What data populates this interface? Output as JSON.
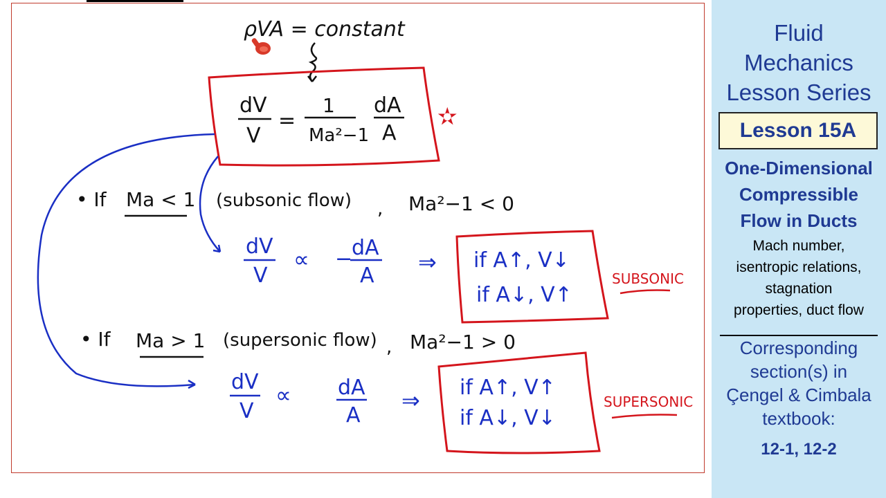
{
  "board": {
    "continuity": "ρVA = constant",
    "main_eq": {
      "lhs_num": "dV",
      "lhs_den": "V",
      "equals": "=",
      "coef_num": "1",
      "coef_den": "Ma²−1",
      "rhs_num": "dA",
      "rhs_den": "A"
    },
    "star": "✫",
    "subsonic": {
      "bullet": "• If",
      "condition": "Ma < 1",
      "flow": "(subsonic flow)",
      "comma": ",",
      "rel": "Ma²−1 < 0",
      "prop_num": "dV",
      "prop_den": "V",
      "prop_sym": "∝",
      "rhs_sign": "−",
      "rhs_num": "dA",
      "rhs_den": "A",
      "implies": "⇒",
      "result1": "if A↑, V↓",
      "result2": "if A↓, V↑",
      "label": "SUBSONIC"
    },
    "supersonic": {
      "bullet": "• If",
      "condition": "Ma > 1",
      "flow": "(supersonic flow)",
      "comma": ",",
      "rel": "Ma²−1 > 0",
      "prop_num": "dV",
      "prop_den": "V",
      "prop_sym": "∝",
      "rhs_num": "dA",
      "rhs_den": "A",
      "implies": "⇒",
      "result1": "if A↑, V↑",
      "result2": "if A↓, V↓",
      "label": "SUPERSONIC"
    }
  },
  "sidebar": {
    "series_line1": "Fluid",
    "series_line2": "Mechanics",
    "series_line3": "Lesson Series",
    "lesson": "Lesson 15A",
    "topic_line1": "One-Dimensional",
    "topic_line2": "Compressible",
    "topic_line3": "Flow in Ducts",
    "desc_line1": "Mach number,",
    "desc_line2": "isentropic relations,",
    "desc_line3": "stagnation",
    "desc_line4": "properties, duct flow",
    "corr_line1": "Corresponding",
    "corr_line2": "section(s) in",
    "corr_line3": "Çengel & Cimbala",
    "corr_line4": "textbook:",
    "sections": "12-1, 12-2"
  },
  "colors": {
    "ink_black": "#111111",
    "ink_blue": "#1a2fc4",
    "ink_red": "#d4151c",
    "sidebar_bg": "#c9e6f5",
    "sidebar_text": "#1f3a93",
    "lesson_box_bg": "#fdf9d8"
  },
  "icons": {
    "pointer": "hand-pointer-icon"
  }
}
